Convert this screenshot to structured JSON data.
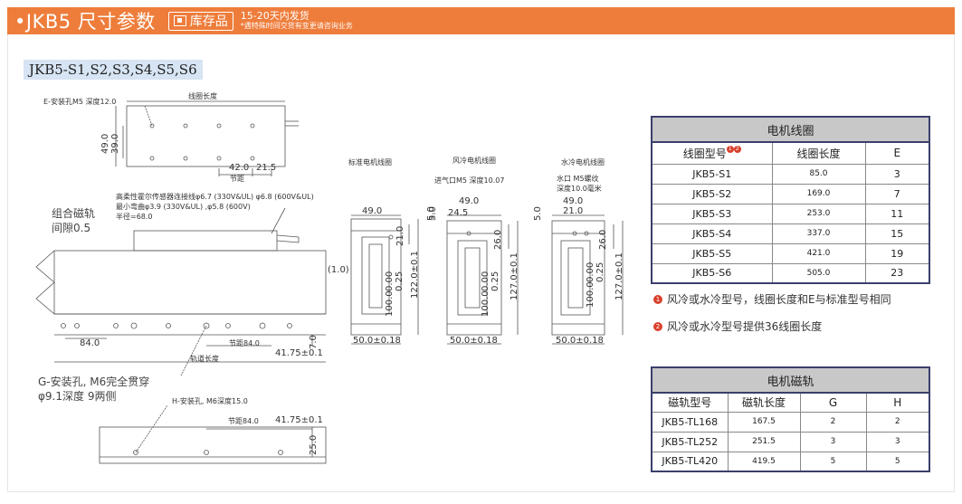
{
  "header": {
    "title": "•JKB5 尺寸参数",
    "badge": "库存品",
    "lead_time": "15-20天内发货",
    "lead_note": "*遇特殊时间交货有变更请咨询业务"
  },
  "model_label": "JKB5-S1,S2,S3,S4,S5,S6",
  "drawing": {
    "top": {
      "mount_hole": "E-安装孔M5 深度12.0",
      "coil_length": "线圈长度",
      "dim_49": "49.0",
      "dim_39": "39.0",
      "pitch_42": "42.0",
      "dim_21_5": "21.5",
      "pitch_label": "节距"
    },
    "side": {
      "cable_note_1": "高柔性霍尔传感器连接线φ6.7 (330V&UL)  φ6.8 (600V&UL)",
      "cable_note_2": "最小弯曲φ3.9 (330V&UL) ,φ5.8 (600V)",
      "cable_note_3": "半径=68.0",
      "magnet_track": "组合磁轨",
      "gap": "间隙0.5",
      "dim_84": "84.0",
      "pitch_84": "节距84.0",
      "dim_41_75": "41.75±0.1",
      "dim_7": "7.0",
      "track_length": "轨道长度",
      "g_hole_1": "G-安装孔, M6完全贯穿",
      "g_hole_2": "φ9.1深度 9两侧"
    },
    "bottom": {
      "h_hole": "H-安装孔, M6深度15.0",
      "pitch_84": "节距84.0",
      "dim_41_75": "41.75±0.1",
      "dim_25": "25.0"
    },
    "standard": {
      "title": "标准电机线圈",
      "dim_49": "49.0",
      "dim_5": "5.0",
      "dim_21": "21.0",
      "dim_122": "122.0±0.1",
      "dim_0_00": "0.00",
      "dim_0_25": "0.25",
      "dim_100": "100.0",
      "dim_1": "(1.0)",
      "dim_50": "50.0±0.18"
    },
    "air": {
      "title": "风冷电机线圈",
      "inlet": "进气口M5 深度10.07",
      "dim_49": "49.0",
      "dim_24_5": "24.5",
      "dim_5": "5.0",
      "dim_26": "26.0",
      "dim_127": "127.0±0.1",
      "dim_0_00": "0.00",
      "dim_0_25": "0.25",
      "dim_100": "100.0",
      "dim_50": "50.0±0.18"
    },
    "water": {
      "title": "水冷电机线圈",
      "port_1": "水口 M5螺纹",
      "port_2": "深度10.0毫米",
      "dim_49": "49.0",
      "dim_21": "21.0",
      "dim_5": "5.0",
      "dim_26": "26.0",
      "dim_127": "127.0±0.1",
      "dim_0_00": "0.00",
      "dim_0_25": "0.25",
      "dim_100": "100.0",
      "dim_50": "50.0±0.18"
    }
  },
  "coil_table": {
    "caption": "电机线圈",
    "headers": [
      "线圈型号",
      "线圈长度",
      "E"
    ],
    "rows": [
      [
        "JKB5-S1",
        "85.0",
        "3"
      ],
      [
        "JKB5-S2",
        "169.0",
        "7"
      ],
      [
        "JKB5-S3",
        "253.0",
        "11"
      ],
      [
        "JKB5-S4",
        "337.0",
        "15"
      ],
      [
        "JKB5-S5",
        "421.0",
        "19"
      ],
      [
        "JKB5-S6",
        "505.0",
        "23"
      ]
    ]
  },
  "notes": [
    {
      "marker": "1",
      "text": "风冷或水冷型号，线圈长度和E与标准型号相同"
    },
    {
      "marker": "2",
      "text": "风冷或水冷型号提供36线圈长度"
    }
  ],
  "track_table": {
    "caption": "电机磁轨",
    "headers": [
      "磁轨型号",
      "磁轨长度",
      "G",
      "H"
    ],
    "rows": [
      [
        "JKB5-TL168",
        "167.5",
        "2",
        "2"
      ],
      [
        "JKB5-TL252",
        "251.5",
        "3",
        "3"
      ],
      [
        "JKB5-TL420",
        "419.5",
        "5",
        "5"
      ]
    ]
  },
  "colors": {
    "header_bg": "#ee7d3b",
    "pill_bg": "#d6e4f3",
    "table_border": "#3a3f6b",
    "marker": "#d9412c"
  }
}
